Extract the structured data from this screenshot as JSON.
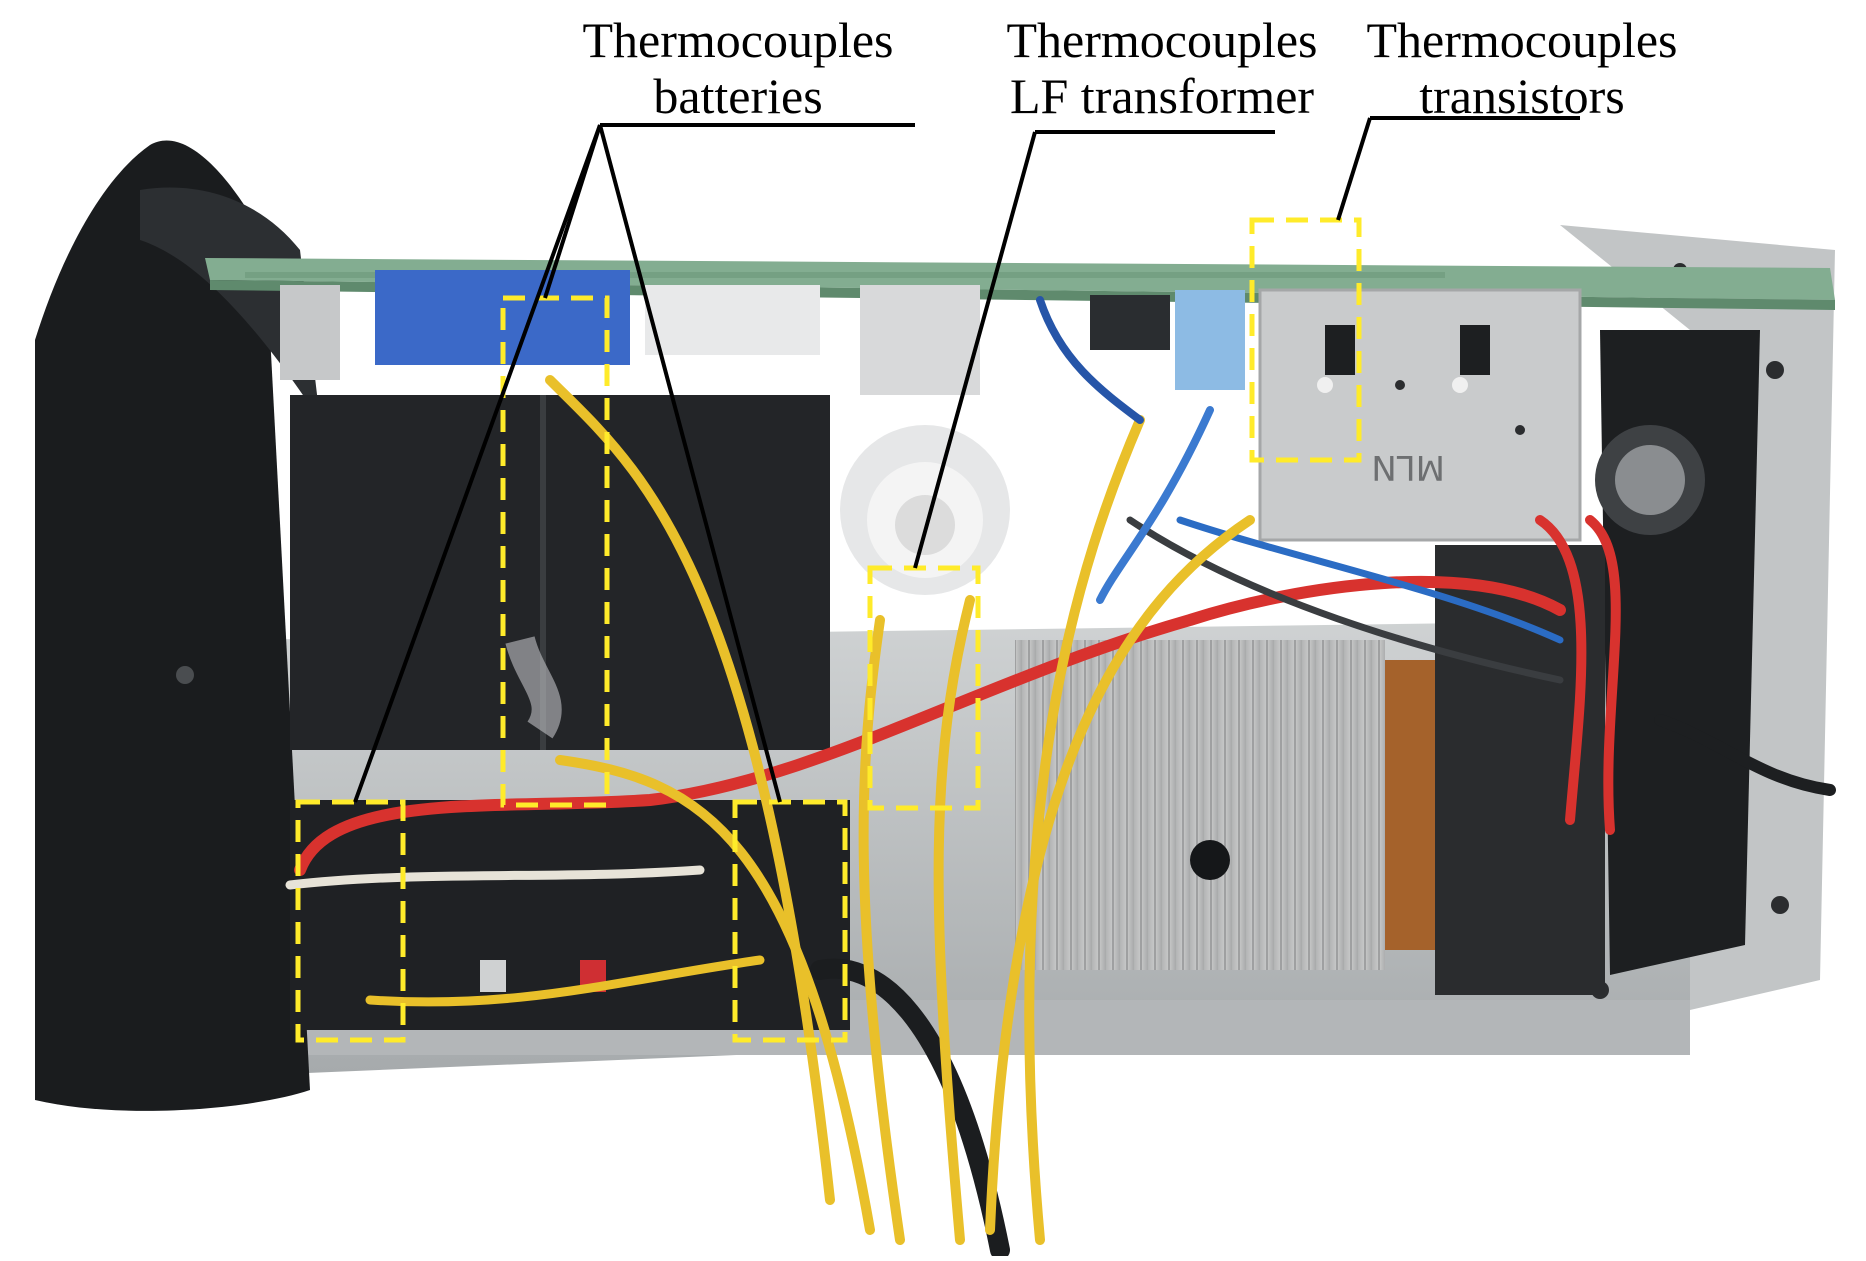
{
  "annotations": {
    "batteries": {
      "line1": "Thermocouples",
      "line2": "batteries"
    },
    "lf_transformer": {
      "line1": "Thermocouples",
      "line2": "LF transformer"
    },
    "transistors": {
      "line1": "Thermocouples",
      "line2": "transistors"
    }
  },
  "colors": {
    "highlight_box": "#ffeb2a",
    "leader_line": "#000000",
    "wire_yellow": "#e9c02a",
    "wire_red": "#d8322e",
    "chassis": "#b9bcbd",
    "pcb": "#7aa58a"
  },
  "marking": "MLN"
}
